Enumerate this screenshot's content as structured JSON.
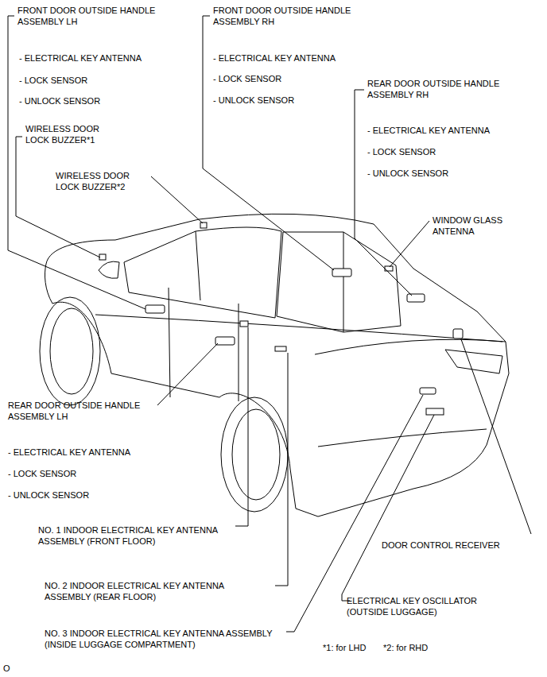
{
  "diagram": {
    "labels": [
      "FRONT DOOR OUTSIDE HANDLE ASSEMBLY LH",
      "- ELECTRICAL KEY ANTENNA",
      "- LOCK SENSOR",
      "- UNLOCK SENSOR",
      "WIRELESS DOOR LOCK BUZZER*1",
      "WIRELESS DOOR LOCK BUZZER*2",
      "FRONT DOOR OUTSIDE HANDLE ASSEMBLY RH",
      "- ELECTRICAL KEY ANTENNA",
      "- LOCK SENSOR",
      "- UNLOCK SENSOR",
      "REAR DOOR OUTSIDE HANDLE ASSEMBLY RH",
      "- ELECTRICAL KEY ANTENNA",
      "- LOCK SENSOR",
      "- UNLOCK SENSOR",
      "WINDOW GLASS ANTENNA",
      "REAR DOOR OUTSIDE HANDLE ASSEMBLY LH",
      "- ELECTRICAL KEY ANTENNA",
      "- LOCK SENSOR",
      "- UNLOCK SENSOR",
      "NO. 1 INDOOR ELECTRICAL KEY ANTENNA ASSEMBLY (FRONT FLOOR)",
      "NO. 2 INDOOR ELECTRICAL KEY ANTENNA ASSEMBLY (REAR FLOOR)",
      "NO. 3 INDOOR ELECTRICAL KEY ANTENNA ASSEMBLY (INSIDE LUGGAGE COMPARTMENT)",
      "DOOR CONTROL RECEIVER",
      "ELECTRICAL KEY OSCILLATOR (OUTSIDE LUGGAGE)",
      "*1: for LHD",
      "*2: for RHD",
      "O"
    ]
  }
}
